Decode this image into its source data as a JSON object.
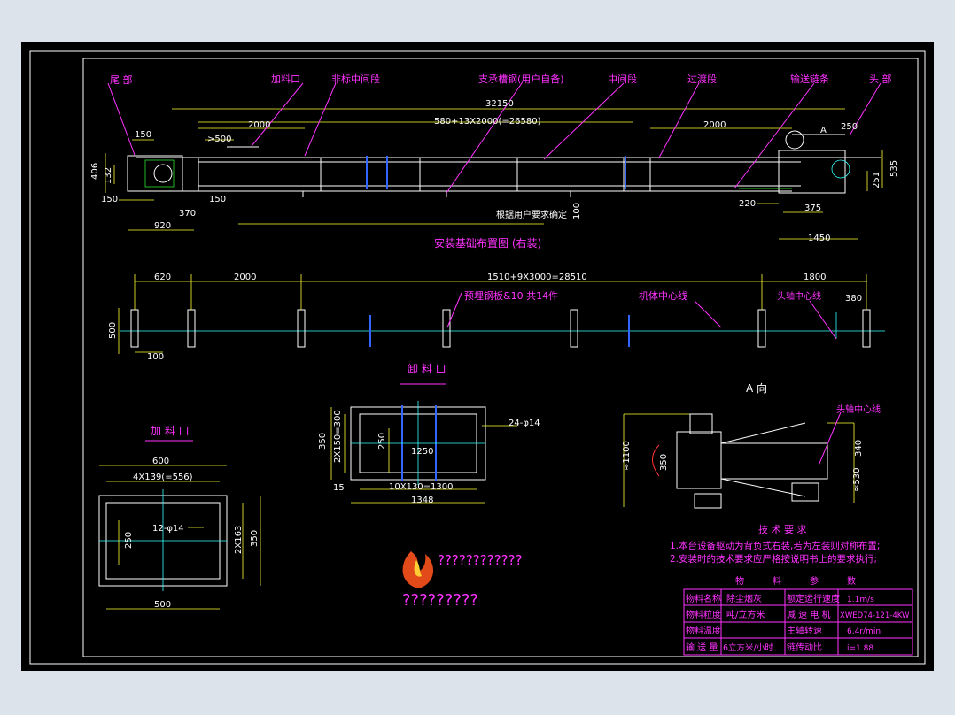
{
  "labels": {
    "tail": "尾 部",
    "feed_port": "加料口",
    "nonstd_mid": "非标中间段",
    "support_steel": "支承槽钢(用户自备)",
    "mid_section": "中间段",
    "transition": "过渡段",
    "chain": "输送链条",
    "head": "头 部",
    "view_a_mark": "A",
    "user_confirm": "根据用户要求确定",
    "layout_title": "安装基础布置图 (右装)",
    "embedded_plate": "预埋钢板&10 共14件",
    "center_line": "机体中心线",
    "head_axis": "头轴中心线",
    "discharge_title": "卸 料 口",
    "feed_title": "加 料 口",
    "view_a_title": "A 向",
    "head_axis_2": "头轴中心线"
  },
  "dims": {
    "total": "32150",
    "formula1": "580+13X2000(=26580)",
    "d2000a": "2000",
    "d2000b": "2000",
    "d500": ">500",
    "d150a": "150",
    "d150b": "150",
    "d150c": "150",
    "d406": "406",
    "d132": "132",
    "d920": "920",
    "d370": "370",
    "d100": "100",
    "d250": "250",
    "d535": "535",
    "d251": "251",
    "d220": "220",
    "d375": "375",
    "d1450": "1450",
    "l620": "620",
    "l2000": "2000",
    "lformula": "1510+9X3000=28510",
    "l1800": "1800",
    "l380": "380",
    "l500": "500",
    "l100": "100",
    "f600": "600",
    "f4x139": "4X139(=556)",
    "f12": "12-φ14",
    "f250": "250",
    "f2x163": "2X163",
    "f350": "350",
    "f500": "500",
    "u350": "350",
    "u2x150": "2X150=300",
    "u250": "250",
    "u1250": "1250",
    "u15": "15",
    "u10x130": "10X130=1300",
    "u1348": "1348",
    "u24": "24-φ14",
    "a1100": "≈1100",
    "a350": "350",
    "a340": "340",
    "a530": "≈530"
  },
  "tech": {
    "title": "技 术 要 求",
    "line1": "1.本台设备驱动为背负式右装,若为左装则对称布置;",
    "line2": "2.安装时的技术要求应严格按说明书上的要求执行;"
  },
  "watermark": {
    "line1": "????????????",
    "line2": "?????????"
  },
  "table": {
    "header": [
      "物",
      "料",
      "参",
      "数"
    ],
    "rows": [
      [
        "物料名称",
        "除尘烟灰",
        "额定运行速度",
        "1.1m/s"
      ],
      [
        "物料粒度",
        "吨/立方米",
        "减 速 电 机",
        "XWED74-121-4KW"
      ],
      [
        "物料温度",
        "",
        "主轴转速",
        "6.4r/min"
      ],
      [
        "输 送 量",
        "6立方米/小时",
        "链传动比",
        "i=1.88"
      ]
    ]
  },
  "colors": {
    "background": "#000000",
    "label": "#ff33ff",
    "dimension": "#ffff33",
    "outline": "#ffffff",
    "centerline": "#33ffff",
    "plate": "#3366ff"
  }
}
